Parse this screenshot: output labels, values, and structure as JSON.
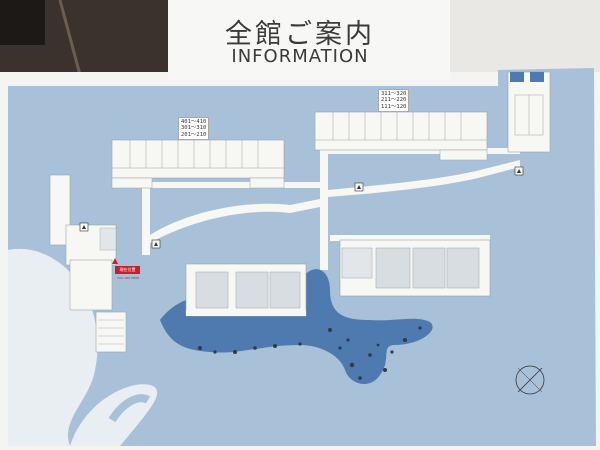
{
  "map": {
    "title_jp": "全館ご案内",
    "title_en": "INFORMATION",
    "wing_floor_labels": {
      "west_wing": [
        "401～410",
        "301～310",
        "201～210"
      ],
      "east_wing": [
        "311～320",
        "211～220",
        "111～120"
      ]
    },
    "emergency_sign": "現在位置",
    "emergency_sub": "YOU ARE HERE",
    "colors": {
      "sea_blue": "#a8c1d8",
      "pond_blue": "#4e7ab0",
      "building_white": "#f7f7f4",
      "marker_red": "#c8202a",
      "wall_light": "#f0f0ee"
    },
    "icons": [
      "elevator-icon",
      "compass-icon",
      "emergency-exit-marker"
    ]
  }
}
